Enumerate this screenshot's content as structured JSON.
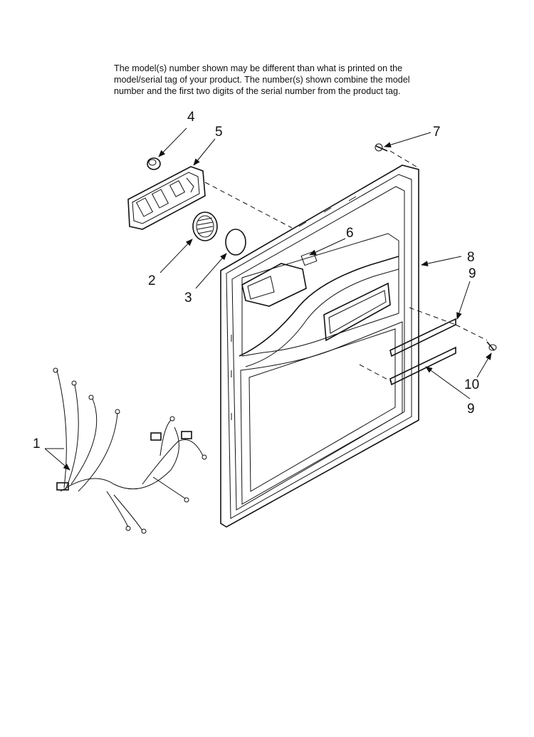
{
  "note": {
    "line1": "The model(s) number shown may be different than what is printed on the",
    "line2": "model/serial tag of your product. The number(s) shown combine the model",
    "line3": "number and the first two digits of the serial number from the product tag."
  },
  "callouts": {
    "c1": "1",
    "c2": "2",
    "c3": "3",
    "c4": "4",
    "c5": "5",
    "c6": "6",
    "c7": "7",
    "c8": "8",
    "c9a": "9",
    "c9b": "9",
    "c10": "10"
  }
}
